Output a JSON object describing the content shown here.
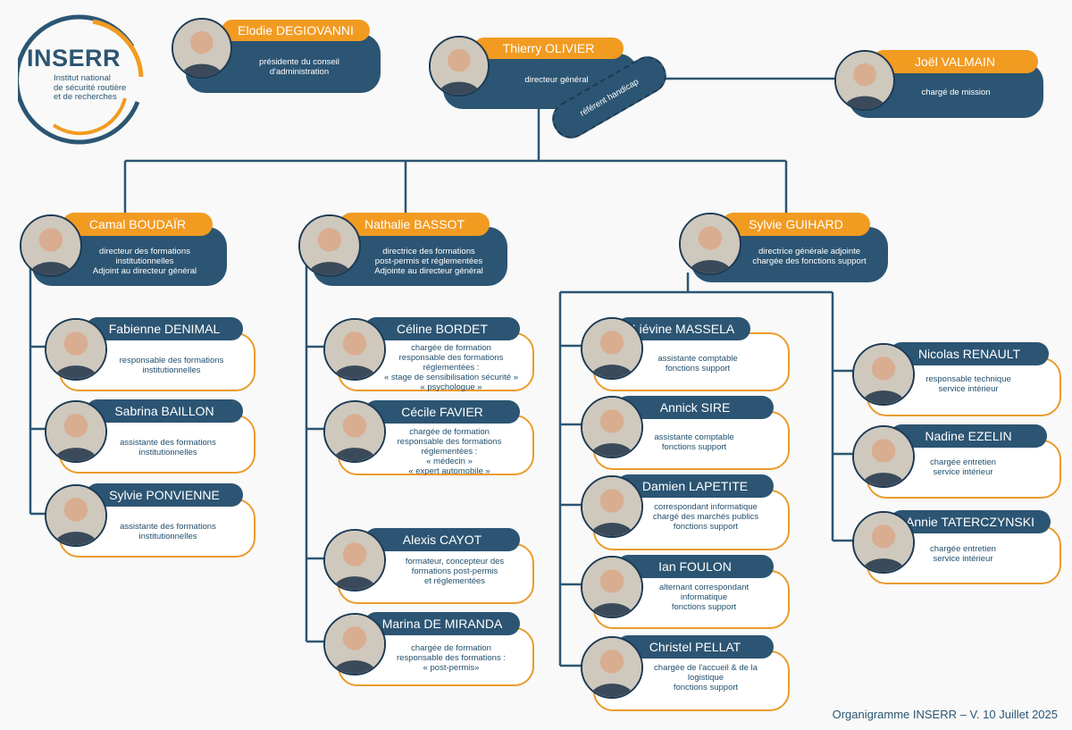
{
  "logo": {
    "name": "INSERR",
    "subtitle": "Institut national\nde sécurité routière\net de recherches"
  },
  "top": [
    {
      "name": "Elodie DEGIOVANNI",
      "role": "présidente du conseil\nd'administration"
    },
    {
      "name": "Thierry OLIVIER",
      "role": "directeur général"
    },
    {
      "name": "Joël VALMAIN",
      "role": "chargé de mission"
    }
  ],
  "handicap_label": "référent handicap",
  "managers": [
    {
      "name": "Camal BOUDAÏR",
      "role": "directeur des formations\ninstitutionnelles\nAdjoint au directeur général"
    },
    {
      "name": "Nathalie BASSOT",
      "role": "directrice des formations\npost-permis et réglementées\nAdjointe au directeur général"
    },
    {
      "name": "Sylvie GUIHARD",
      "role": "directrice générale adjointe\nchargée des fonctions support"
    }
  ],
  "staff": [
    {
      "name": "Fabienne DENIMAL",
      "role": "responsable des formations\ninstitutionnelles"
    },
    {
      "name": "Sabrina BAILLON",
      "role": "assistante des formations\ninstitutionnelles"
    },
    {
      "name": "Sylvie PONVIENNE",
      "role": "assistante des formations\ninstitutionnelles"
    },
    {
      "name": "Céline BORDET",
      "role": "chargée de formation\nresponsable des formations\nréglementées :\n« stage de sensibilisation sécurité »\n« psychologue »"
    },
    {
      "name": "Cécile FAVIER",
      "role": "chargée de formation\nresponsable des formations\nréglementées :\n« médecin »\n« expert automobile »"
    },
    {
      "name": "Alexis CAYOT",
      "role": "formateur, concepteur des\nformations post-permis\net réglementées"
    },
    {
      "name": "Marina DE MIRANDA",
      "role": "chargée de formation\nresponsable des formations :\n« post-permis»"
    },
    {
      "name": "Liévine MASSELA",
      "role": "assistante comptable\nfonctions support"
    },
    {
      "name": "Annick SIRE",
      "role": "assistante comptable\nfonctions support"
    },
    {
      "name": "Damien LAPETITE",
      "role": "correspondant informatique\nchargé des marchés publics\nfonctions support"
    },
    {
      "name": "Ian FOULON",
      "role": "alternant correspondant\ninformatique\nfonctions support"
    },
    {
      "name": "Christel PELLAT",
      "role": "chargée de l'accueil & de la\nlogistique\nfonctions support"
    },
    {
      "name": "Nicolas RENAULT",
      "role": "responsable technique\nservice intérieur"
    },
    {
      "name": "Nadine EZELIN",
      "role": "chargée entretien\nservice intérieur"
    },
    {
      "name": "Annie TATERCZYNSKI",
      "role": "chargée entretien\nservice intérieur"
    }
  ],
  "footer": "Organigramme INSERR – V. 10 Juillet 2025",
  "colors": {
    "navy": "#2c5573",
    "orange": "#f29b21",
    "outline": "#eb9b2c",
    "line": "#2c5573"
  }
}
